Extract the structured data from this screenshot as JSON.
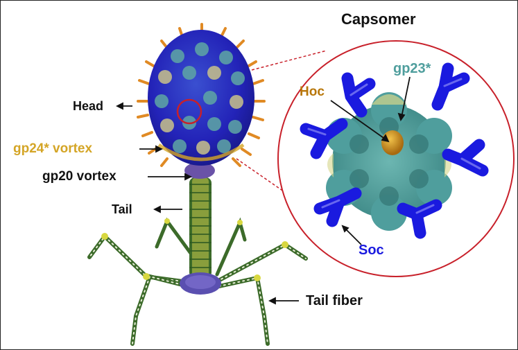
{
  "labels": {
    "capsomer_title": "Capsomer",
    "head": "Head",
    "gp24_vortex": "gp24* vortex",
    "gp20_vortex": "gp20 vortex",
    "tail": "Tail",
    "tail_fiber": "Tail fiber",
    "hoc": "Hoc",
    "gp23": "gp23*",
    "soc": "Soc"
  },
  "colors": {
    "capsid_blue": "#2323d8",
    "capsid_teal": "#5fa7a4",
    "capsid_khaki": "#c9c28a",
    "hoc_orange": "#e08a24",
    "gp24_gold": "#d4a526",
    "gp20_purple": "#6a52a8",
    "tail_green": "#3c6b2a",
    "tail_yellow": "#c8c84a",
    "soc_blue": "#1a1adf",
    "gp23_teal": "#4f9e9d",
    "hoc_brown": "#b8770a",
    "zoom_circle": "#c8202a"
  }
}
